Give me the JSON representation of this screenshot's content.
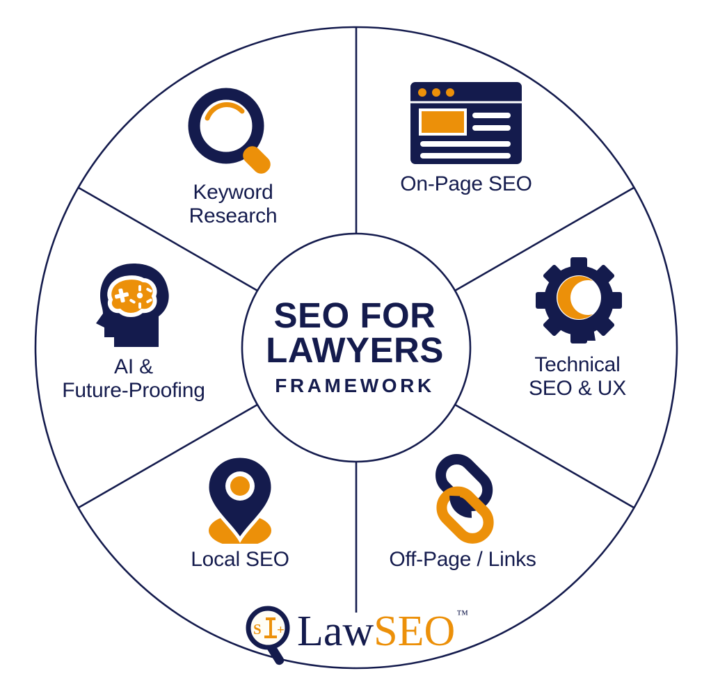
{
  "colors": {
    "navy": "#141B4D",
    "orange": "#EC9009",
    "background": "#FFFFFF",
    "line": "#141B4D"
  },
  "hub": {
    "line1": "SEO FOR",
    "line2": "LAWYERS",
    "line3": "FRAMEWORK"
  },
  "segments": [
    {
      "id": "keyword-research",
      "label": "Keyword\nResearch",
      "icon": "magnifying-glass-icon",
      "position": "top-left"
    },
    {
      "id": "on-page-seo",
      "label": "On-Page SEO",
      "icon": "browser-window-icon",
      "position": "top-right"
    },
    {
      "id": "technical-seo-ux",
      "label": "Technical\nSEO & UX",
      "icon": "gear-head-icon",
      "position": "right"
    },
    {
      "id": "off-page-links",
      "label": "Off-Page / Links",
      "icon": "chain-link-icon",
      "position": "bottom-right"
    },
    {
      "id": "local-seo",
      "label": "Local SEO",
      "icon": "map-pin-icon",
      "position": "bottom-left"
    },
    {
      "id": "ai-future-proofing",
      "label": "AI &\nFuture-Proofing",
      "icon": "brain-head-icon",
      "position": "left"
    }
  ],
  "brand": {
    "mark": "magnifier-scales-logo-icon",
    "mark_glyphs": "S I +",
    "name_part1": "Law",
    "name_part2": "SEO",
    "trademark": "™"
  },
  "chart_data": {
    "type": "pie",
    "title": "SEO FOR LAWYERS FRAMEWORK",
    "categories": [
      "Keyword Research",
      "On-Page SEO",
      "Technical SEO & UX",
      "Off-Page / Links",
      "Local SEO",
      "AI & Future-Proofing"
    ],
    "values": [
      1,
      1,
      1,
      1,
      1,
      1
    ],
    "legend": "none",
    "grid": false,
    "note": "Six equal segments of a donut wheel; each segment 60 degrees."
  }
}
